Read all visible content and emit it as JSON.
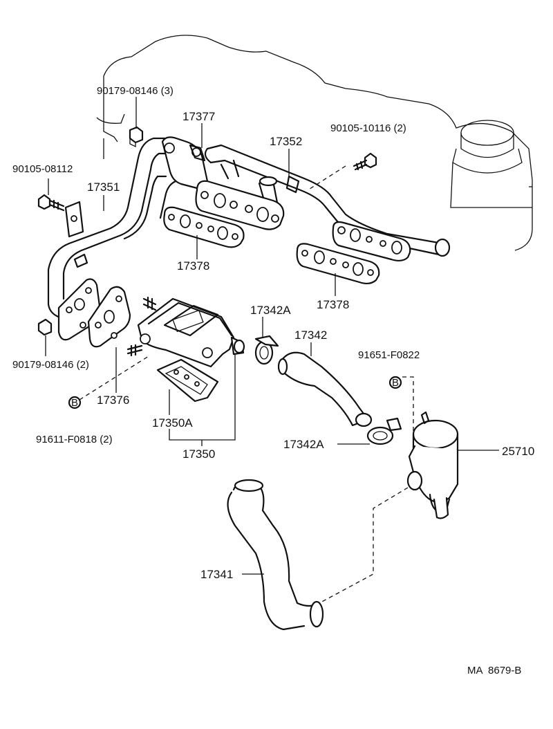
{
  "figure_code": "MA  8679-B",
  "callouts": {
    "p90179_3": "90179-08146 (3)",
    "p17377": "17377",
    "p17352": "17352",
    "p90105_10116": "90105-10116 (2)",
    "p90105_08112": "90105-08112",
    "p17351": "17351",
    "p17378_a": "17378",
    "p17378_b": "17378",
    "p17342A_a": "17342A",
    "p17342": "17342",
    "p91651": "91651-F0822",
    "p90179_2": "90179-08146 (2)",
    "p17376": "17376",
    "p91611": "91611-F0818 (2)",
    "p17350A": "17350A",
    "p17350": "17350",
    "p17342A_b": "17342A",
    "p25710": "25710",
    "p17341": "17341"
  },
  "reference_marks": {
    "b1": "B",
    "b2": "B"
  }
}
